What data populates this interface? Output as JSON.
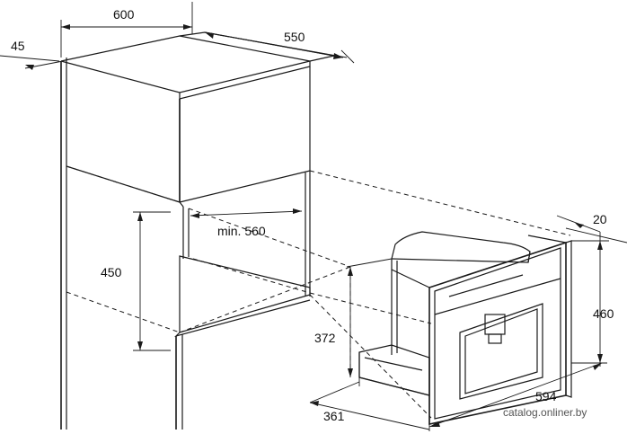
{
  "dimensions": {
    "width_600": "600",
    "depth_550": "550",
    "offset_45": "45",
    "min_depth": "min. 560",
    "height_450": "450",
    "gap_20": "20",
    "height_460": "460",
    "height_372": "372",
    "depth_361": "361",
    "width_594": "594"
  },
  "watermark": "catalog.onliner.by"
}
